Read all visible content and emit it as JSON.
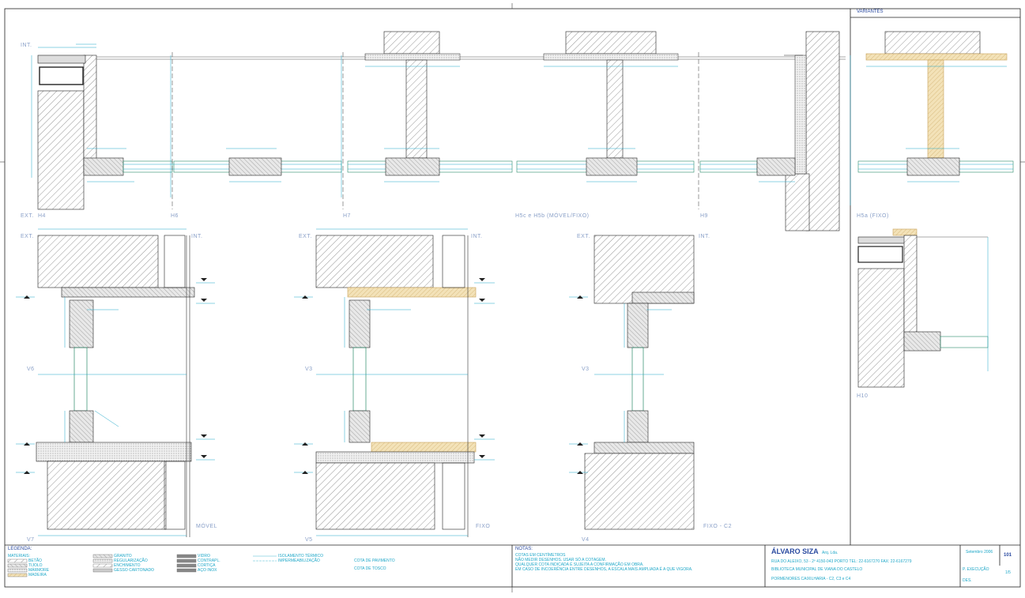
{
  "variants_header": "VARIANTES",
  "sections": {
    "H4": "H4",
    "H6": "H6",
    "H7": "H7",
    "H5": "H5c e H5b (MÓVEL/FIXO)",
    "H9": "H9",
    "H5a": "H5a (FIXO)",
    "H10": "H10",
    "V6": "V6",
    "V3a": "V3",
    "V3b": "V3",
    "V7": "V7",
    "V5": "V5",
    "V4": "V4",
    "movel": "MÓVEL",
    "fixo": "FIXO",
    "fixo_c2": "FIXO - C2"
  },
  "side_labels": {
    "int": "INT.",
    "ext": "EXT."
  },
  "legend": {
    "title": "LEGENDA:",
    "col1": [
      "MATERIAIS:",
      "BETÃO",
      "TIJOLO",
      "MÁRMORE",
      "MADEIRA"
    ],
    "col2": [
      "GRANITO",
      "REGULARIZAÇÃO",
      "ENCHIMENTO",
      "GESSO CARTONADO"
    ],
    "col3": [
      "VIDRO",
      "CONTRAPL.",
      "CORTIÇA",
      "AÇO INOX"
    ],
    "col4": [
      "ISOLAMENTO TÉRMICO",
      "IMPERMEABILIZAÇÃO"
    ],
    "col5": [
      "COTA DE PAVIMENTO",
      "COTA DE TOSCO"
    ]
  },
  "notes": {
    "title": "NOTAS:",
    "lines": [
      "COTAS EM CENTÍMETROS",
      "NÃO MEDIR DESENHOS. USAR SÓ A COTAGEM.",
      "QUALQUER COTA INDICADA É SUJEITA A CONFIRMAÇÃO EM OBRA.",
      "EM CASO DE INCOERÊNCIA ENTRE DESENHOS, A ESCALA MAIS AMPLIADA É A QUE VIGORA."
    ]
  },
  "title_block": {
    "architect": "ÁLVARO SIZA",
    "firm": "Arq. Lda.",
    "address": "RUA DO ALEIXO, 53 - 2º   4150-043 PORTO   TEL: 22-6167270   FAX: 22-6167279",
    "project": "BIBLIOTECA MUNICIPAL DE VIANA DO CASTELO",
    "drawing": "PORMENORES CAIXILHARIA - C2, C3 e C4",
    "date": "Setembro 2006",
    "sheet": "101",
    "phase": "P. EXECUÇÃO",
    "scale": "1/5",
    "rev": "DES."
  },
  "colors": {
    "line": "#1a1a1a",
    "dim": "#1ea7c8",
    "glass": "#2a8a6a",
    "hatch": "#555555",
    "wood": "#c8a25a"
  }
}
